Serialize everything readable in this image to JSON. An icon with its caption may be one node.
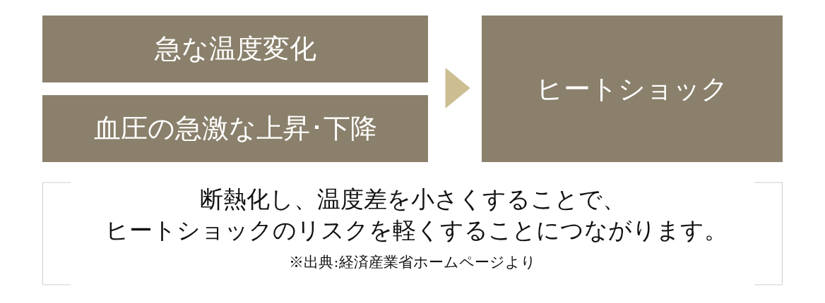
{
  "diagram": {
    "nodes": [
      {
        "text": [
          "急な温度変化"
        ]
      },
      {
        "text": [
          "血圧の急激な上昇･下降"
        ]
      },
      {
        "text": [
          "ヒートショック"
        ]
      },
      {
        "text": [
          "断熱化し、温度差を小さくすることで、ヒートショックのリスクを軽くすることにつながります。",
          "※出典:経済産業省ホームページより"
        ]
      }
    ],
    "edges": [
      {
        "from": 0,
        "to": 2,
        "arrow": "to"
      },
      {
        "from": 1,
        "to": 2,
        "arrow": "to"
      }
    ]
  }
}
